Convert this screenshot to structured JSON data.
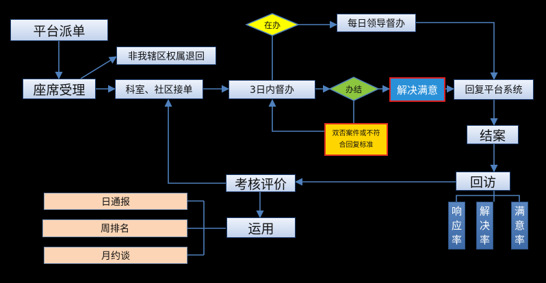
{
  "nodes": {
    "dispatch": "平台派单",
    "reject": "非我辖区权属退回",
    "seat": "座席受理",
    "dept": "科室、社区接单",
    "supervise3": "3日内督办",
    "in_progress": "在办",
    "done": "办结",
    "daily_leader": "每日领导督办",
    "solved": "解决满意",
    "reply": "回复平台系统",
    "close": "结案",
    "revisit": "回访",
    "unqualified_line1": "双否案件或不符",
    "unqualified_line2": "合回复标准",
    "evaluate": "考核评价",
    "apply": "运用",
    "daily_report": "日通报",
    "weekly_rank": "周排名",
    "monthly_talk": "月约谈",
    "rate_response": "响应率",
    "rate_resolve": "解决率",
    "rate_satisfy": "满意率"
  },
  "colors": {
    "background": "#000000",
    "box_fill": "#dbe5f5",
    "box_border": "#1d3f73",
    "arrow": "#4f81bd",
    "diamond_in_progress": "#ffff00",
    "diamond_done": "#8cc63f",
    "solved_fill": "#2a90d8",
    "solved_border": "#e02020",
    "unqualified_fill": "#ffd500",
    "peach": "#fbd5b5",
    "rate_fill": "#4472c4"
  }
}
